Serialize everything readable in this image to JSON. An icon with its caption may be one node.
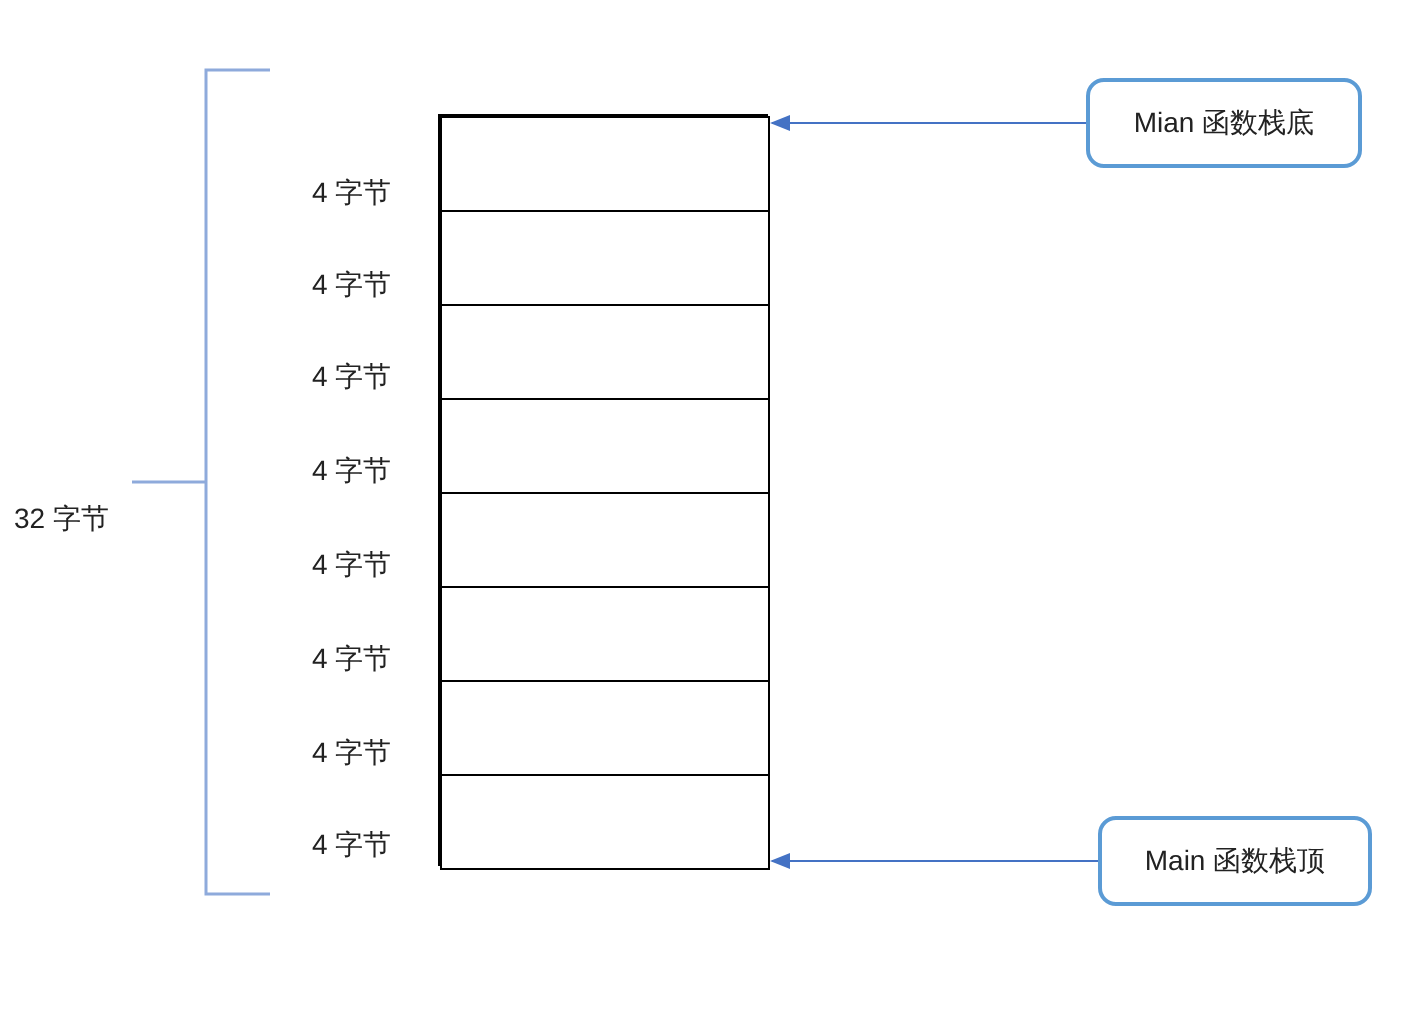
{
  "diagram": {
    "nodes": [
      {
        "text": [],
        "shape": "box"
      },
      {
        "text": [],
        "shape": "box",
        "in": 0
      },
      {
        "text": [],
        "shape": "box",
        "in": 0
      },
      {
        "text": [],
        "shape": "box",
        "in": 0
      },
      {
        "text": [],
        "shape": "box",
        "in": 0
      },
      {
        "text": [],
        "shape": "box",
        "in": 0
      },
      {
        "text": [],
        "shape": "box",
        "in": 0
      },
      {
        "text": [],
        "shape": "box",
        "in": 0
      },
      {
        "text": [],
        "shape": "box",
        "in": 0
      },
      {
        "text": [
          "Mian 函数栈底"
        ]
      },
      {
        "text": [
          "Main 函数栈顶"
        ]
      }
    ],
    "edges": [
      {
        "from": 9,
        "to": 0,
        "arrow": "to"
      },
      {
        "from": 10,
        "to": 0,
        "arrow": "to"
      }
    ],
    "labels": [
      "4 字节",
      "4 字节",
      "4 字节",
      "4 字节",
      "32 字节",
      "4 字节",
      "4 字节",
      "4 字节",
      "4 字节"
    ]
  }
}
